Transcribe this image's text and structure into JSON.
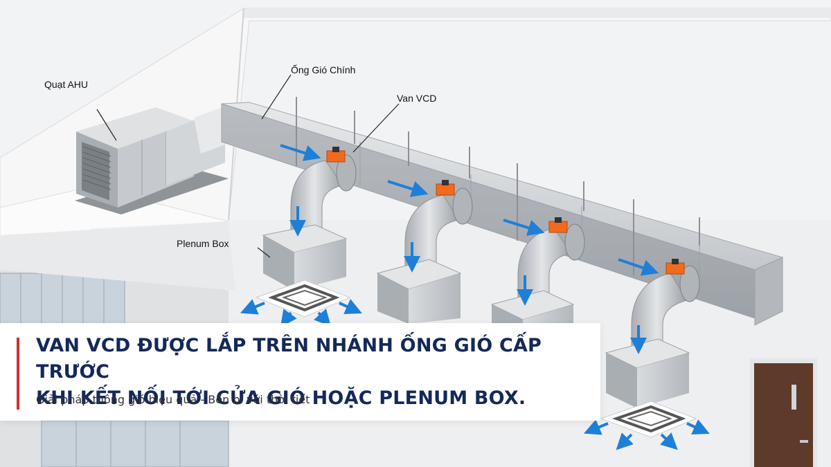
{
  "labels": {
    "ahu": "Quạt AHU",
    "main_duct": "Ống Gió Chính",
    "vcd": "Van VCD",
    "plenum": "Plenum Box"
  },
  "caption": {
    "title_line1": "VAN VCD ĐƯỢC LẮP TRÊN NHÁNH ỐNG GIÓ CẤP TRƯỚC",
    "title_line2": "KHI KẾT NỐI TỚI CỬA GIÓ HOẶC PLENUM BOX.",
    "subtitle": "Giải pháp thông gió hiệu quả - Bền bỉ với thời tiết"
  },
  "colors": {
    "accent": "#d32f2f",
    "title": "#14285a",
    "airflow": "#1e7fd8",
    "valve_actuator": "#f26a1b",
    "duct": "#c9ccd0",
    "door": "#5e3a2a"
  }
}
